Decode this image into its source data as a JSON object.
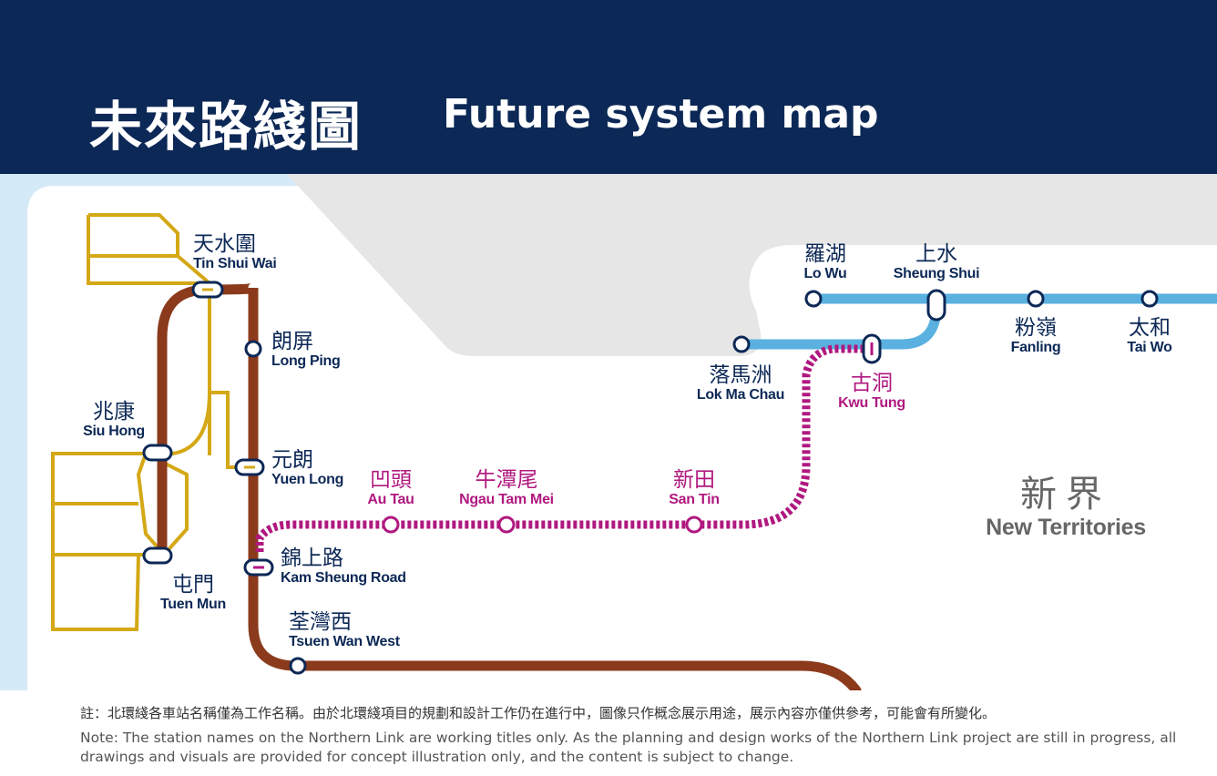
{
  "header": {
    "title_zh": "未來路綫圖",
    "title_en": "Future system map"
  },
  "colors": {
    "header_bg": "#0c2856",
    "west_rail_line": "#8b3a1c",
    "light_rail": "#d4a816",
    "east_rail_line": "#5ab1e0",
    "northern_link": "#b0187f",
    "shenzhen_land": "#e6e6e6",
    "sea": "#d5eaf7"
  },
  "stations": {
    "tin_shui_wai": {
      "zh": "天水圍",
      "en": "Tin Shui Wai"
    },
    "long_ping": {
      "zh": "朗屏",
      "en": "Long Ping"
    },
    "siu_hong": {
      "zh": "兆康",
      "en": "Siu Hong"
    },
    "yuen_long": {
      "zh": "元朗",
      "en": "Yuen Long"
    },
    "kam_sheung_road": {
      "zh": "錦上路",
      "en": "Kam Sheung Road"
    },
    "tuen_mun": {
      "zh": "屯門",
      "en": "Tuen Mun"
    },
    "tsuen_wan_west": {
      "zh": "荃灣西",
      "en": "Tsuen Wan West"
    },
    "au_tau": {
      "zh": "凹頭",
      "en": "Au Tau"
    },
    "ngau_tam_mei": {
      "zh": "牛潭尾",
      "en": "Ngau Tam Mei"
    },
    "san_tin": {
      "zh": "新田",
      "en": "San Tin"
    },
    "kwu_tung": {
      "zh": "古洞",
      "en": "Kwu Tung"
    },
    "lok_ma_chau": {
      "zh": "落馬洲",
      "en": "Lok Ma Chau"
    },
    "lo_wu": {
      "zh": "羅湖",
      "en": "Lo Wu"
    },
    "sheung_shui": {
      "zh": "上水",
      "en": "Sheung Shui"
    },
    "fanling": {
      "zh": "粉嶺",
      "en": "Fanling"
    },
    "tai_wo": {
      "zh": "太和",
      "en": "Tai Wo"
    }
  },
  "region": {
    "zh": "新界",
    "en": "New Territories"
  },
  "footer": {
    "note_zh": "註：北環綫各車站名稱僅為工作名稱。由於北環綫項目的規劃和設計工作仍在進行中，圖像只作概念展示用途，展示內容亦僅供參考，可能會有所變化。",
    "note_en": "Note: The station names on the Northern Link are working titles only. As the planning and design works of the Northern Link project are still in progress, all drawings and visuals are provided for concept illustration only, and the content is subject to change."
  }
}
